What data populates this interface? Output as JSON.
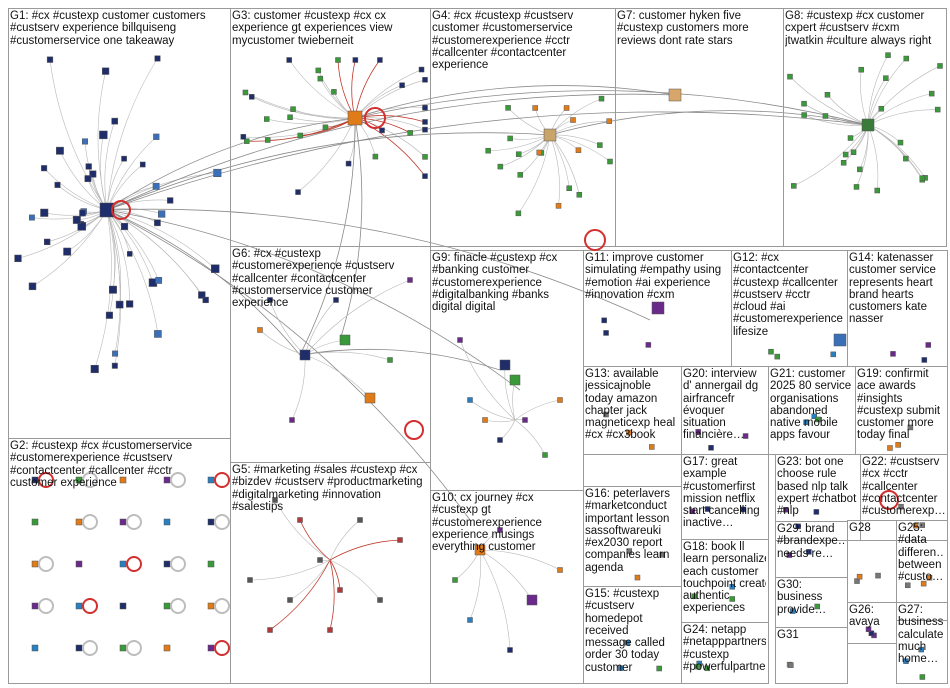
{
  "groups": [
    {
      "id": "G1",
      "lines": [
        "G1: #cx #custexp customer customers",
        "#custserv experience billquiseng",
        "#customerservice one takeaway"
      ]
    },
    {
      "id": "G2",
      "lines": [
        "G2: #custexp #cx #customerservice",
        "#customerexperience #custserv",
        "#contactcenter #callcenter #cctr",
        "customer experience"
      ]
    },
    {
      "id": "G3",
      "lines": [
        "G3: customer #custexp #cx cx",
        "experience gt experiences view",
        "mycustomer twieberneit"
      ]
    },
    {
      "id": "G4",
      "lines": [
        "G4: #cx #custexp #custserv",
        "customer #customerservice",
        "#customerexperience #cctr",
        "#callcenter #contactcenter",
        "experience"
      ]
    },
    {
      "id": "G5",
      "lines": [
        "G5: #marketing #sales #custexp #cx",
        "#bizdev #custserv #productmarketing",
        "#digitalmarketing #innovation",
        "#salestips"
      ]
    },
    {
      "id": "G6",
      "lines": [
        "G6: #cx #custexp",
        "#customerexperience #custserv",
        "#callcenter #contactcenter",
        "#customerservice customer",
        "experience"
      ]
    },
    {
      "id": "G7",
      "lines": [
        "G7: customer hyken five",
        "#custexp customers more",
        "reviews dont rate stars"
      ]
    },
    {
      "id": "G8",
      "lines": [
        "G8: #custexp #cx customer",
        "cxpert #custserv #cxm",
        "jtwatkin #culture always right"
      ]
    },
    {
      "id": "G9",
      "lines": [
        "G9: finacle #custexp #cx",
        "#banking customer",
        "#customerexperience",
        "#digitalbanking #banks",
        "digital digital"
      ]
    },
    {
      "id": "G10",
      "lines": [
        "G10: cx journey #cx",
        "#custexp gt",
        "#customerexperience",
        "experience musings",
        "everything customer"
      ]
    },
    {
      "id": "G11",
      "lines": [
        "G11: improve customer",
        "simulating #empathy using",
        "#emotion #ai experience",
        "#innovation #cxm"
      ]
    },
    {
      "id": "G12",
      "lines": [
        "G12: #cx",
        "#contactcenter",
        "#custexp #callcenter",
        "#custserv #cctr",
        "#cloud #ai",
        "#customerexperience",
        "lifesize"
      ]
    },
    {
      "id": "G13",
      "lines": [
        "G13: available",
        "jessicajnoble",
        "today amazon",
        "chapter jack",
        "magneticexp heal",
        "#cx #cx3book"
      ]
    },
    {
      "id": "G14",
      "lines": [
        "G14: katenasser",
        "customer service",
        "represents heart",
        "brand hearts",
        "customers kate",
        "nasser"
      ]
    },
    {
      "id": "G15",
      "lines": [
        "G15: #custexp",
        "#custserv",
        "homedepot",
        "received",
        "message called",
        "order 30 today",
        "customer"
      ]
    },
    {
      "id": "G16",
      "lines": [
        "G16: peterlavers",
        "#marketconduct",
        "important lesson",
        "sassoftwareuki",
        "#ex2030 report",
        "companies learn",
        "agenda"
      ]
    },
    {
      "id": "G17",
      "lines": [
        "G17: great",
        "example",
        "#customerfirst",
        "mission netflix",
        "start cancelling",
        "inactive…"
      ]
    },
    {
      "id": "G18",
      "lines": [
        "G18: book ll",
        "learn personalize",
        "each customer",
        "touchpoint create",
        "authentic",
        "experiences"
      ]
    },
    {
      "id": "G19",
      "lines": [
        "G19: confirmit",
        "ace awards",
        "#insights",
        "#custexp submit",
        "customer more",
        "today final"
      ]
    },
    {
      "id": "G20",
      "lines": [
        "G20: interview",
        "d' annergail dg",
        "airfrancefr",
        "évoquer",
        "situation",
        "financière…"
      ]
    },
    {
      "id": "G21",
      "lines": [
        "G21: customer",
        "2025 80 service",
        "organisations",
        "abandoned",
        "native mobile",
        "apps favour"
      ]
    },
    {
      "id": "G22",
      "lines": [
        "G22: #custserv",
        "#cx #cctr",
        "#callcenter",
        "#contactcenter",
        "#customerexp…"
      ]
    },
    {
      "id": "G23",
      "lines": [
        "G23: bot one",
        "choose rule",
        "based nlp talk",
        "expert #chatbot",
        "#nlp"
      ]
    },
    {
      "id": "G24",
      "lines": [
        "G24: netapp",
        "#netapppartners",
        "#custexp",
        "#powerfulpartne…"
      ]
    },
    {
      "id": "G25",
      "lines": [
        "G25:",
        "#data",
        "differen…",
        "between",
        "#custo…"
      ]
    },
    {
      "id": "G26",
      "lines": [
        "G26:",
        "avaya"
      ]
    },
    {
      "id": "G27",
      "lines": [
        "G27:",
        "business",
        "calculate",
        "much",
        "home…"
      ]
    },
    {
      "id": "G28",
      "lines": [
        "G28"
      ]
    },
    {
      "id": "G29",
      "lines": [
        "G29: brand",
        "#brandexpe…",
        "needs re…"
      ]
    },
    {
      "id": "G30",
      "lines": [
        "G30:",
        "business",
        "provide…"
      ]
    },
    {
      "id": "G31",
      "lines": [
        "G31"
      ]
    }
  ],
  "colors": {
    "node_navy": "#1f2d6b",
    "node_green": "#3a9a3a",
    "node_orange": "#e07b1a",
    "node_purple": "#6a2a8a",
    "self_loop": "#d32f2f",
    "edge": "#b8b8b8"
  }
}
